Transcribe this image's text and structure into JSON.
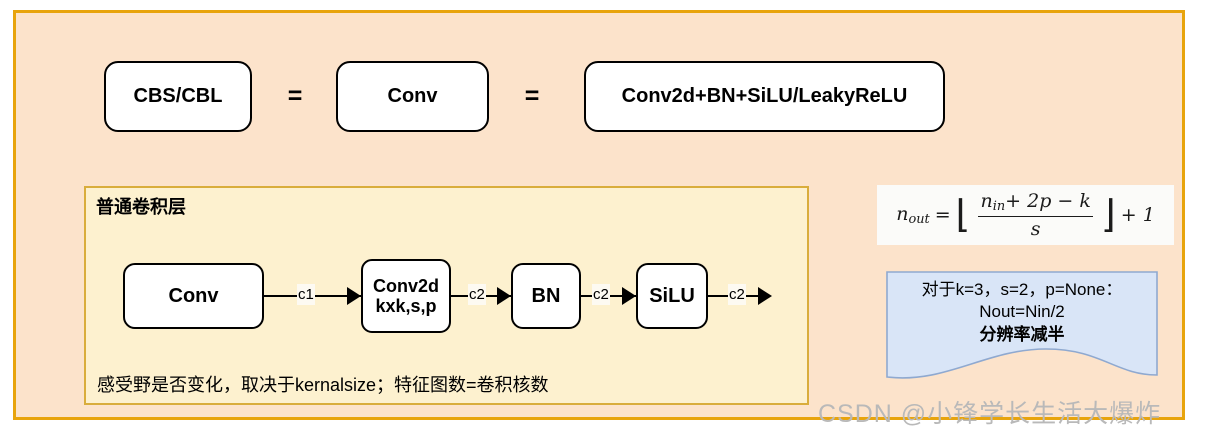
{
  "frame": {
    "background": "#fce3cb",
    "border_color": "#e8a40c"
  },
  "top_row": {
    "box1": "CBS/CBL",
    "equals1": "=",
    "box2": "Conv",
    "equals2": "=",
    "box3": "Conv2d+BN+SiLU/LeakyReLU"
  },
  "panel": {
    "title": "普通卷积层",
    "background": "#fdf1cf",
    "border_color": "#d9ad3c",
    "caption": "感受野是否变化，取决于kernalsize；特征图数=卷积核数",
    "chain": {
      "nodes": [
        {
          "label": "Conv"
        },
        {
          "label_line1": "Conv2d",
          "label_line2": "kxk,s,p"
        },
        {
          "label": "BN"
        },
        {
          "label": "SiLU"
        }
      ],
      "edge_labels": [
        "c1",
        "c2",
        "c2",
        "c2"
      ]
    }
  },
  "formula": {
    "lhs": "n",
    "lhs_sub": "out",
    "equals": "=",
    "bracket_open": "⌊",
    "numerator_n": "n",
    "numerator_n_sub": "in",
    "numerator_rest": "+ 2p − k",
    "denominator": "s",
    "bracket_close": "⌋",
    "plus_one": "+ 1",
    "plain_text": "n_out = ⌊(n_in + 2p − k) / s⌋ + 1",
    "background": "#fbfbf9"
  },
  "blue_note": {
    "line1": "对于k=3，s=2，p=None：",
    "line2": "Nout=Nin/2",
    "line3": "分辨率减半",
    "fill": "#d9e5f7",
    "stroke": "#8fa9d0"
  },
  "watermark": {
    "text": "CSDN @小锋学长生活大爆炸",
    "color": "#b9b9b9"
  }
}
